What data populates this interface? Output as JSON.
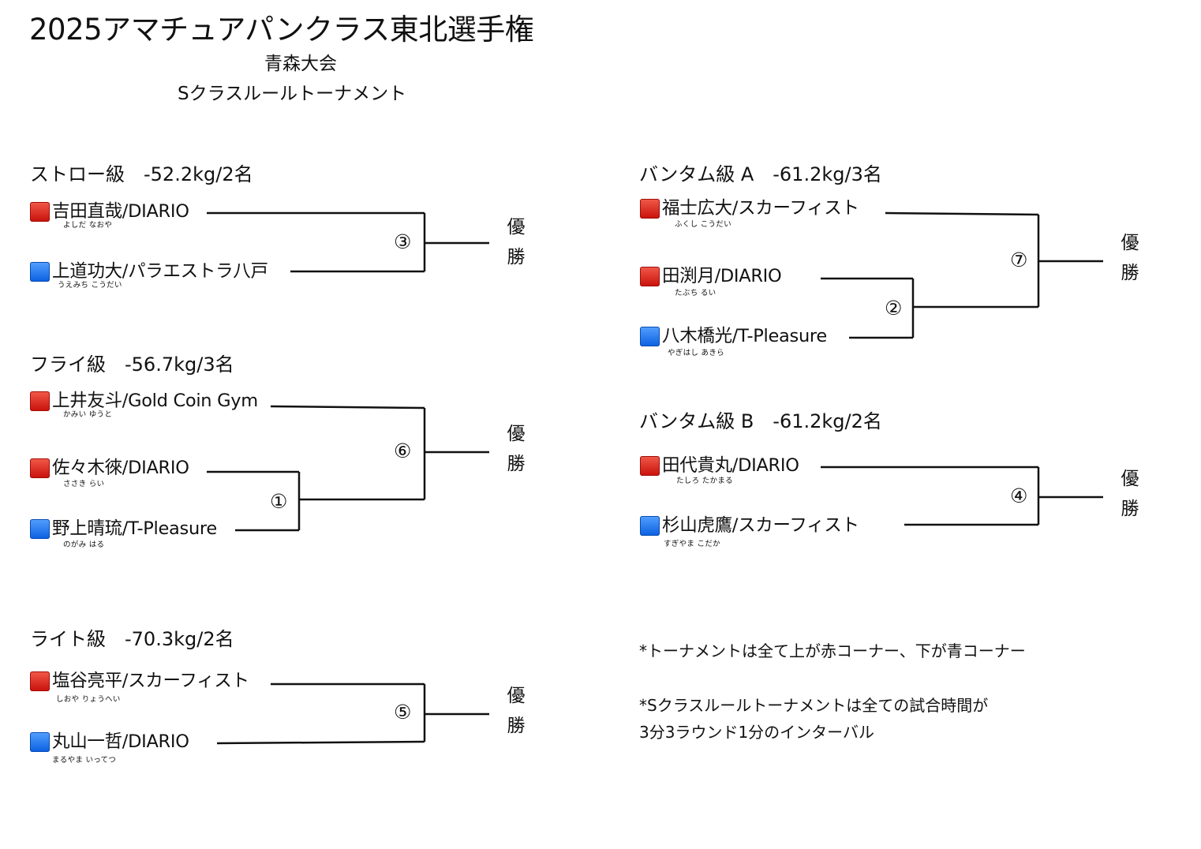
{
  "header": {
    "title": "2025アマチュアパンクラス東北選手権",
    "subtitle": "青森大会",
    "rule": "Sクラスルールトーナメント"
  },
  "divisions": [
    {
      "title": "ストロー級　-52.2kg/2名",
      "fighters": [
        {
          "corner": "red",
          "name": "吉田直哉/DIARIO",
          "reading": "よしだ なおや"
        },
        {
          "corner": "blue",
          "name": "上道功大/パラエストラ八戸",
          "reading": "うえみち こうだい"
        }
      ],
      "bouts": [
        "③"
      ],
      "winner": "優\n勝"
    },
    {
      "title": "フライ級　-56.7kg/3名",
      "fighters": [
        {
          "corner": "red",
          "name": "上井友斗/Gold Coin Gym",
          "reading": "かみい ゆうと"
        },
        {
          "corner": "red",
          "name": "佐々木徠/DIARIO",
          "reading": "ささき らい"
        },
        {
          "corner": "blue",
          "name": "野上晴琉/T-Pleasure",
          "reading": "のがみ はる"
        }
      ],
      "bouts": [
        "⑥",
        "①"
      ],
      "winner": "優\n勝"
    },
    {
      "title": "ライト級　-70.3kg/2名",
      "fighters": [
        {
          "corner": "red",
          "name": "塩谷亮平/スカーフィスト",
          "reading": "しおや りょうへい"
        },
        {
          "corner": "blue",
          "name": "丸山一哲/DIARIO",
          "reading": "まるやま いってつ"
        }
      ],
      "bouts": [
        "⑤"
      ],
      "winner": "優\n勝"
    },
    {
      "title": "バンタム級 A　-61.2kg/3名",
      "fighters": [
        {
          "corner": "red",
          "name": "福士広大/スカーフィスト",
          "reading": "ふくし こうだい"
        },
        {
          "corner": "red",
          "name": "田渕月/DIARIO",
          "reading": "たぶち るい"
        },
        {
          "corner": "blue",
          "name": "八木橋光/T-Pleasure",
          "reading": "やぎはし あきら"
        }
      ],
      "bouts": [
        "⑦",
        "②"
      ],
      "winner": "優\n勝"
    },
    {
      "title": "バンタム級 B　-61.2kg/2名",
      "fighters": [
        {
          "corner": "red",
          "name": "田代貴丸/DIARIO",
          "reading": "たしろ たかまる"
        },
        {
          "corner": "blue",
          "name": "杉山虎鷹/スカーフィスト",
          "reading": "すぎやま こだか"
        }
      ],
      "bouts": [
        "④"
      ],
      "winner": "優\n勝"
    }
  ],
  "notes": [
    "*トーナメントは全て上が赤コーナー、下が青コーナー",
    "*Sクラスルールトーナメントは全ての試合時間が\n3分3ラウンド1分のインターバル"
  ],
  "colors": {
    "red_corner": "#d8231a",
    "blue_corner": "#1a6ff0",
    "line": "#111111"
  }
}
